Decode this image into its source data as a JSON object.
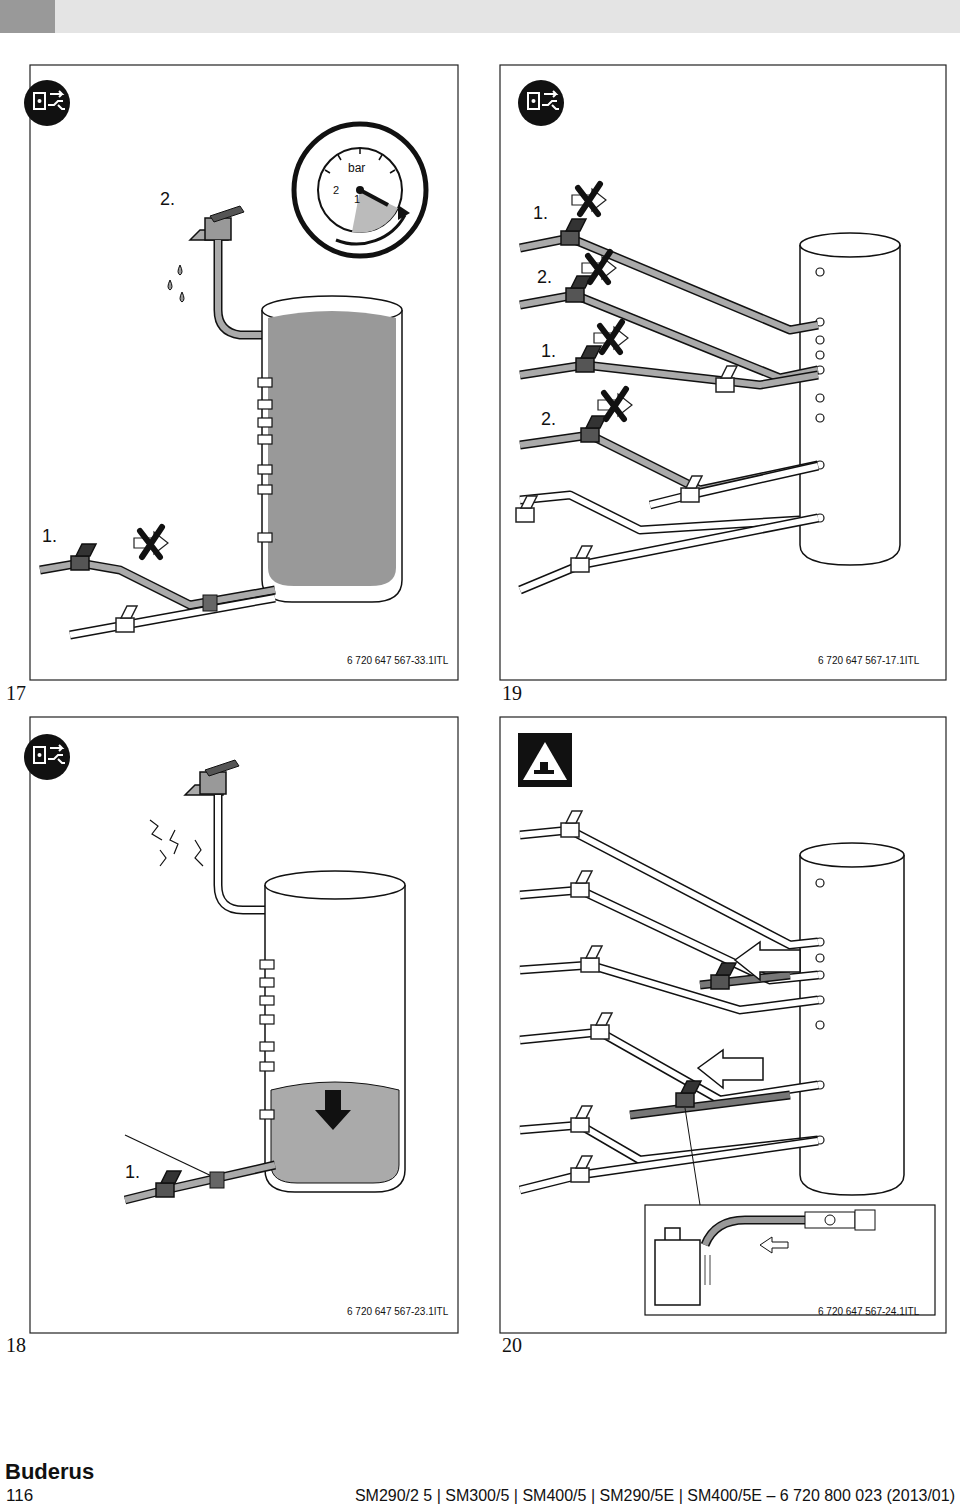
{
  "diagram": {
    "labels": [
      "2.",
      "bar",
      "2",
      "1",
      "1.",
      "6 720 647 567-33.1ITL",
      "17",
      "1.",
      "2.",
      "1.",
      "2.",
      "6 720 647 567-17.1ITL",
      "19",
      "1.",
      "6 720 647 567-23.1ITL",
      "18",
      "6 720 647 567-24.1ITL",
      "20",
      "Buderus",
      "116",
      "SM290/2 5 | SM300/5 | SM400/5 | SM290/5E | SM400/5E – 6 720 800 023 (2013/01)"
    ]
  }
}
